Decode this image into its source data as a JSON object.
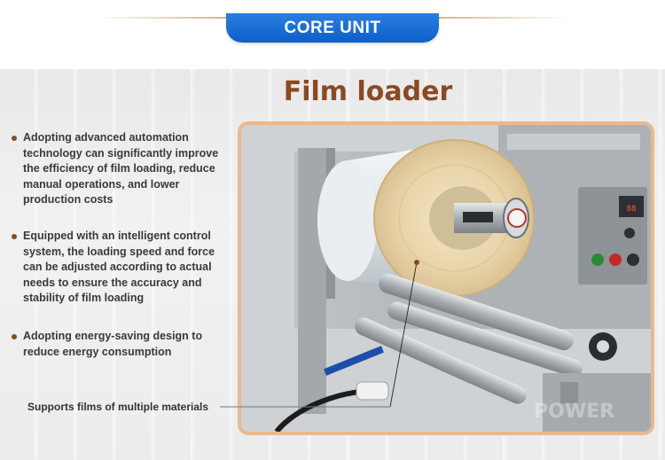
{
  "header": {
    "badge_label": "CORE UNIT"
  },
  "title": "Film loader",
  "bullets": [
    {
      "text": "Adopting advanced automation technology can significantly improve the efficiency of film loading, reduce manual operations, and lower production costs"
    },
    {
      "text": "Equipped with an intelligent control system, the loading speed and force can be adjusted according to actual needs to ensure the accuracy and stability of film loading"
    },
    {
      "text": "Adopting energy-saving design to reduce energy consumption"
    }
  ],
  "caption": "Supports films of multiple materials",
  "colors": {
    "badge_blue": "#0d5fc9",
    "title_brown": "#8a4a22",
    "frame_peach": "#e9b98e"
  },
  "photo": {
    "icon": "film-loader-machine-photo"
  }
}
